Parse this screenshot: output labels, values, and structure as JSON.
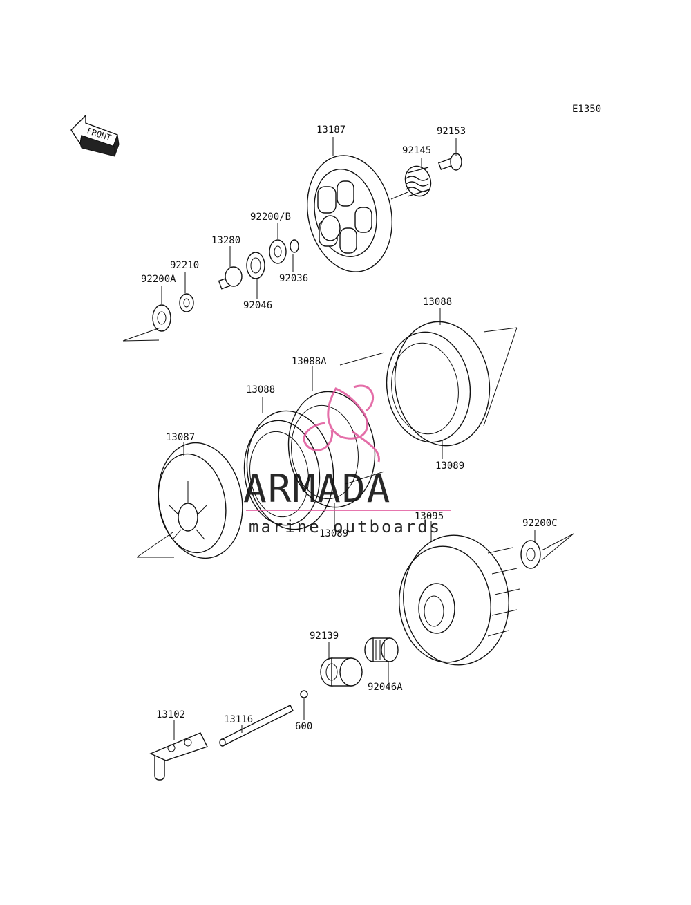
{
  "diagram_code": "E1350",
  "front_label": "FRONT",
  "labels": {
    "p13187": "13187",
    "p92153": "92153",
    "p92145": "92145",
    "p92200B": "92200/B",
    "p13280": "13280",
    "p92210": "92210",
    "p92200A": "92200A",
    "p92036": "92036",
    "p92046": "92046",
    "p13088_top": "13088",
    "p13088A": "13088A",
    "p13088_left": "13088",
    "p13087": "13087",
    "p13089_right": "13089",
    "p13089_left": "13089",
    "p13095": "13095",
    "p92200C": "92200C",
    "p92139": "92139",
    "p92046A": "92046A",
    "p13116": "13116",
    "p13102": "13102",
    "p600": "600"
  },
  "watermark": {
    "name": "ARMADA",
    "tagline": "marine outboards",
    "color": "#e0559a"
  }
}
